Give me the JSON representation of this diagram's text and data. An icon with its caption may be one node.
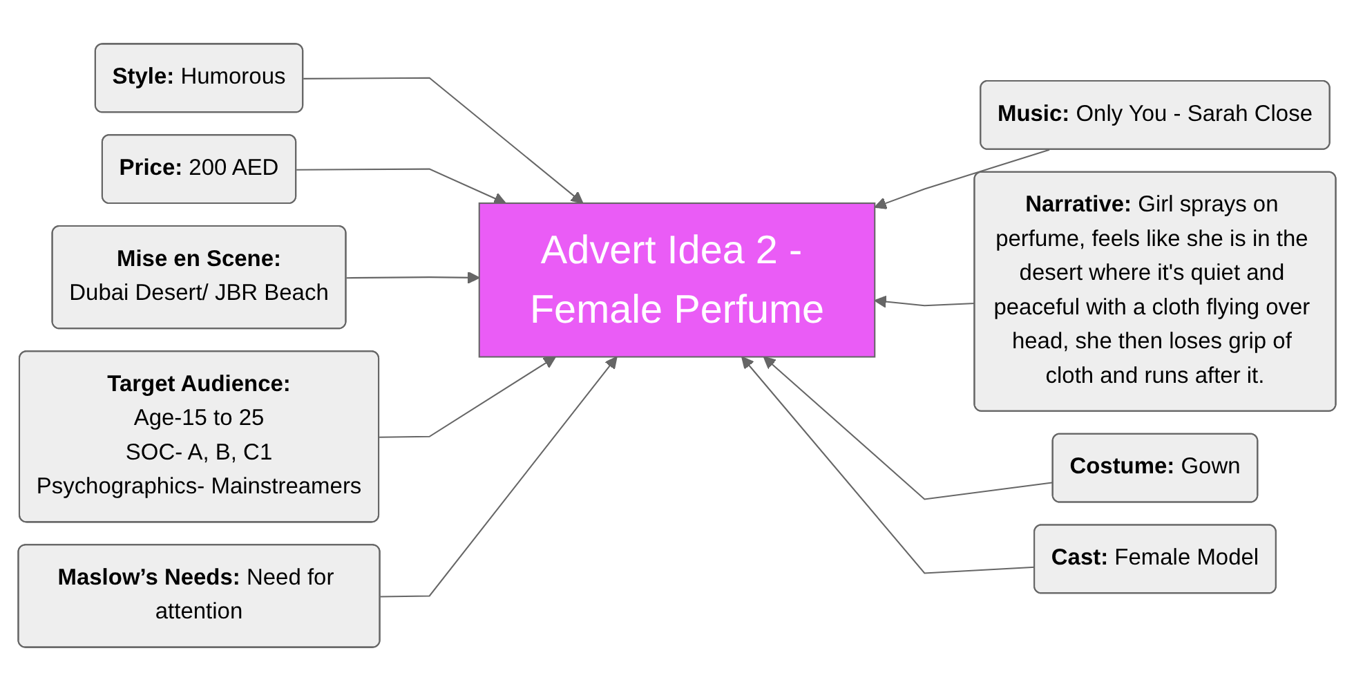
{
  "diagram": {
    "nodes": [
      {
        "text": [
          "**Style:** Humorous"
        ]
      },
      {
        "text": [
          "**Price:** 200 AED"
        ]
      },
      {
        "text": [
          "**Music:** Only You - Sarah Close"
        ]
      },
      {
        "text": [
          "Mise en Scene:",
          "Dubai Desert/ JBR Beach"
        ]
      },
      {
        "text": [
          "Advert Idea 2 - Female Perfume"
        ]
      },
      {
        "text": [
          "**Narrative:** Girl sprays on perfume, feels like she is in the desert where it's quiet and peaceful with a cloth flying over head, she then loses grip of cloth and runs after it."
        ]
      },
      {
        "text": [
          "Target Audience:",
          "Age-15 to 25",
          "SOC- A, B, C1",
          "Psychographics- Mainstreamers"
        ]
      },
      {
        "text": [
          "**Costume:** Gown"
        ]
      },
      {
        "text": [
          "**Maslow’s Needs:** Need for attention"
        ]
      },
      {
        "text": [
          "**Cast:** Female Model"
        ]
      }
    ],
    "edges": [
      {
        "from": 0,
        "to": 4,
        "arrow": "to"
      },
      {
        "from": 1,
        "to": 4,
        "arrow": "to"
      },
      {
        "from": 2,
        "to": 4,
        "arrow": "to"
      },
      {
        "from": 3,
        "to": 4,
        "arrow": "to"
      },
      {
        "from": 5,
        "to": 4,
        "arrow": "to"
      },
      {
        "from": 6,
        "to": 4,
        "arrow": "to"
      },
      {
        "from": 7,
        "to": 4,
        "arrow": "to"
      },
      {
        "from": 8,
        "to": 4,
        "arrow": "to"
      },
      {
        "from": 9,
        "to": 4,
        "arrow": "to"
      }
    ]
  }
}
